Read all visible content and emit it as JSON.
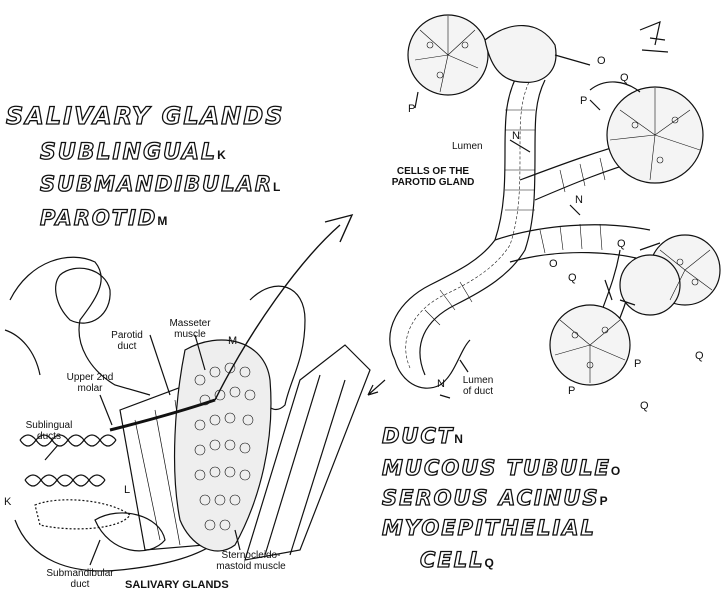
{
  "salivary_list": {
    "title": "SALIVARY GLANDS",
    "items": [
      {
        "name": "SUBLINGUAL",
        "key": "K"
      },
      {
        "name": "SUBMANDIBULAR",
        "key": "L"
      },
      {
        "name": "PAROTID",
        "key": "M"
      }
    ]
  },
  "cell_list": {
    "items": [
      {
        "name": "DUCT",
        "key": "N"
      },
      {
        "name": "MUCOUS TUBULE",
        "key": "O"
      },
      {
        "name": "SEROUS ACINUS",
        "key": "P"
      },
      {
        "name": "MYOEPITHELIAL",
        "key": ""
      },
      {
        "name": "CELL",
        "key": "Q"
      }
    ]
  },
  "head_labels": {
    "masseter": "Masseter muscle",
    "parotid_duct": "Parotid duct",
    "upper_molar": "Upper 2nd molar",
    "sublingual_ducts": "Sublingual ducts",
    "submandibular_duct": "Submandibular duct",
    "sternocleido": "Sternocleido- mastoid muscle",
    "caption": "SALIVARY GLANDS",
    "letter_K": "K",
    "letter_L": "L",
    "letter_M": "M"
  },
  "gland_labels": {
    "caption": "CELLS OF THE PAROTID GLAND",
    "lumen": "Lumen",
    "lumen_duct": "Lumen of duct",
    "letters": [
      "O",
      "P",
      "P",
      "N",
      "N",
      "Q",
      "Q",
      "O",
      "Q",
      "P",
      "P",
      "Q",
      "Q",
      "N"
    ]
  }
}
